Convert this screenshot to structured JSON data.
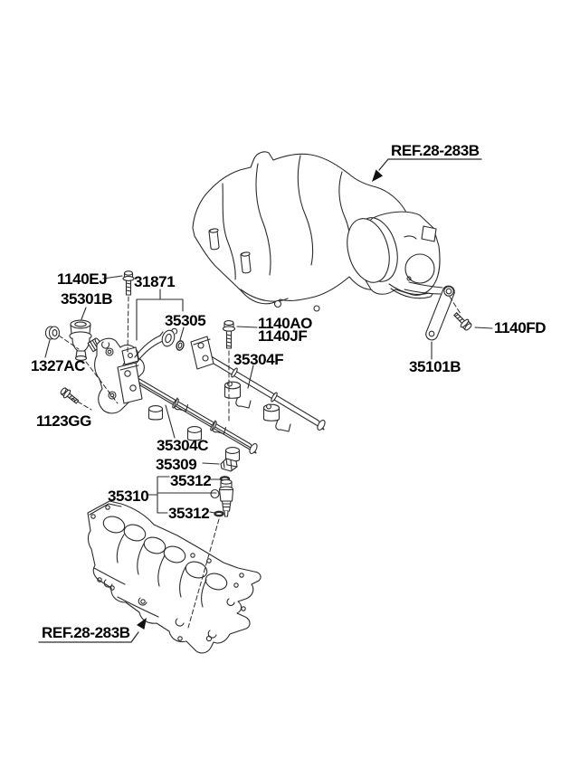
{
  "diagram": {
    "description": "Throttle body and injector exploded parts diagram",
    "labels": {
      "ref_top": "REF.28-283B",
      "bolt_1140ej": "1140EJ",
      "regulator_35301b": "35301B",
      "pipe_31871": "31871",
      "oring_35305": "35305",
      "bolt_1140ao": "1140AO",
      "bolt_1140jf": "1140JF",
      "rail_35304f": "35304F",
      "bolt_1140fd": "1140FD",
      "bracket_35101b": "35101B",
      "grommet_1327ac": "1327AC",
      "bolt_1123gg": "1123GG",
      "rail_35304c": "35304C",
      "clip_35309": "35309",
      "oring_35312_upper": "35312",
      "injector_35310": "35310",
      "oring_35312_lower": "35312",
      "ref_bottom": "REF.28-283B"
    },
    "colors": {
      "background": "#ffffff",
      "line": "#2b2b2b",
      "text": "#000000"
    }
  }
}
